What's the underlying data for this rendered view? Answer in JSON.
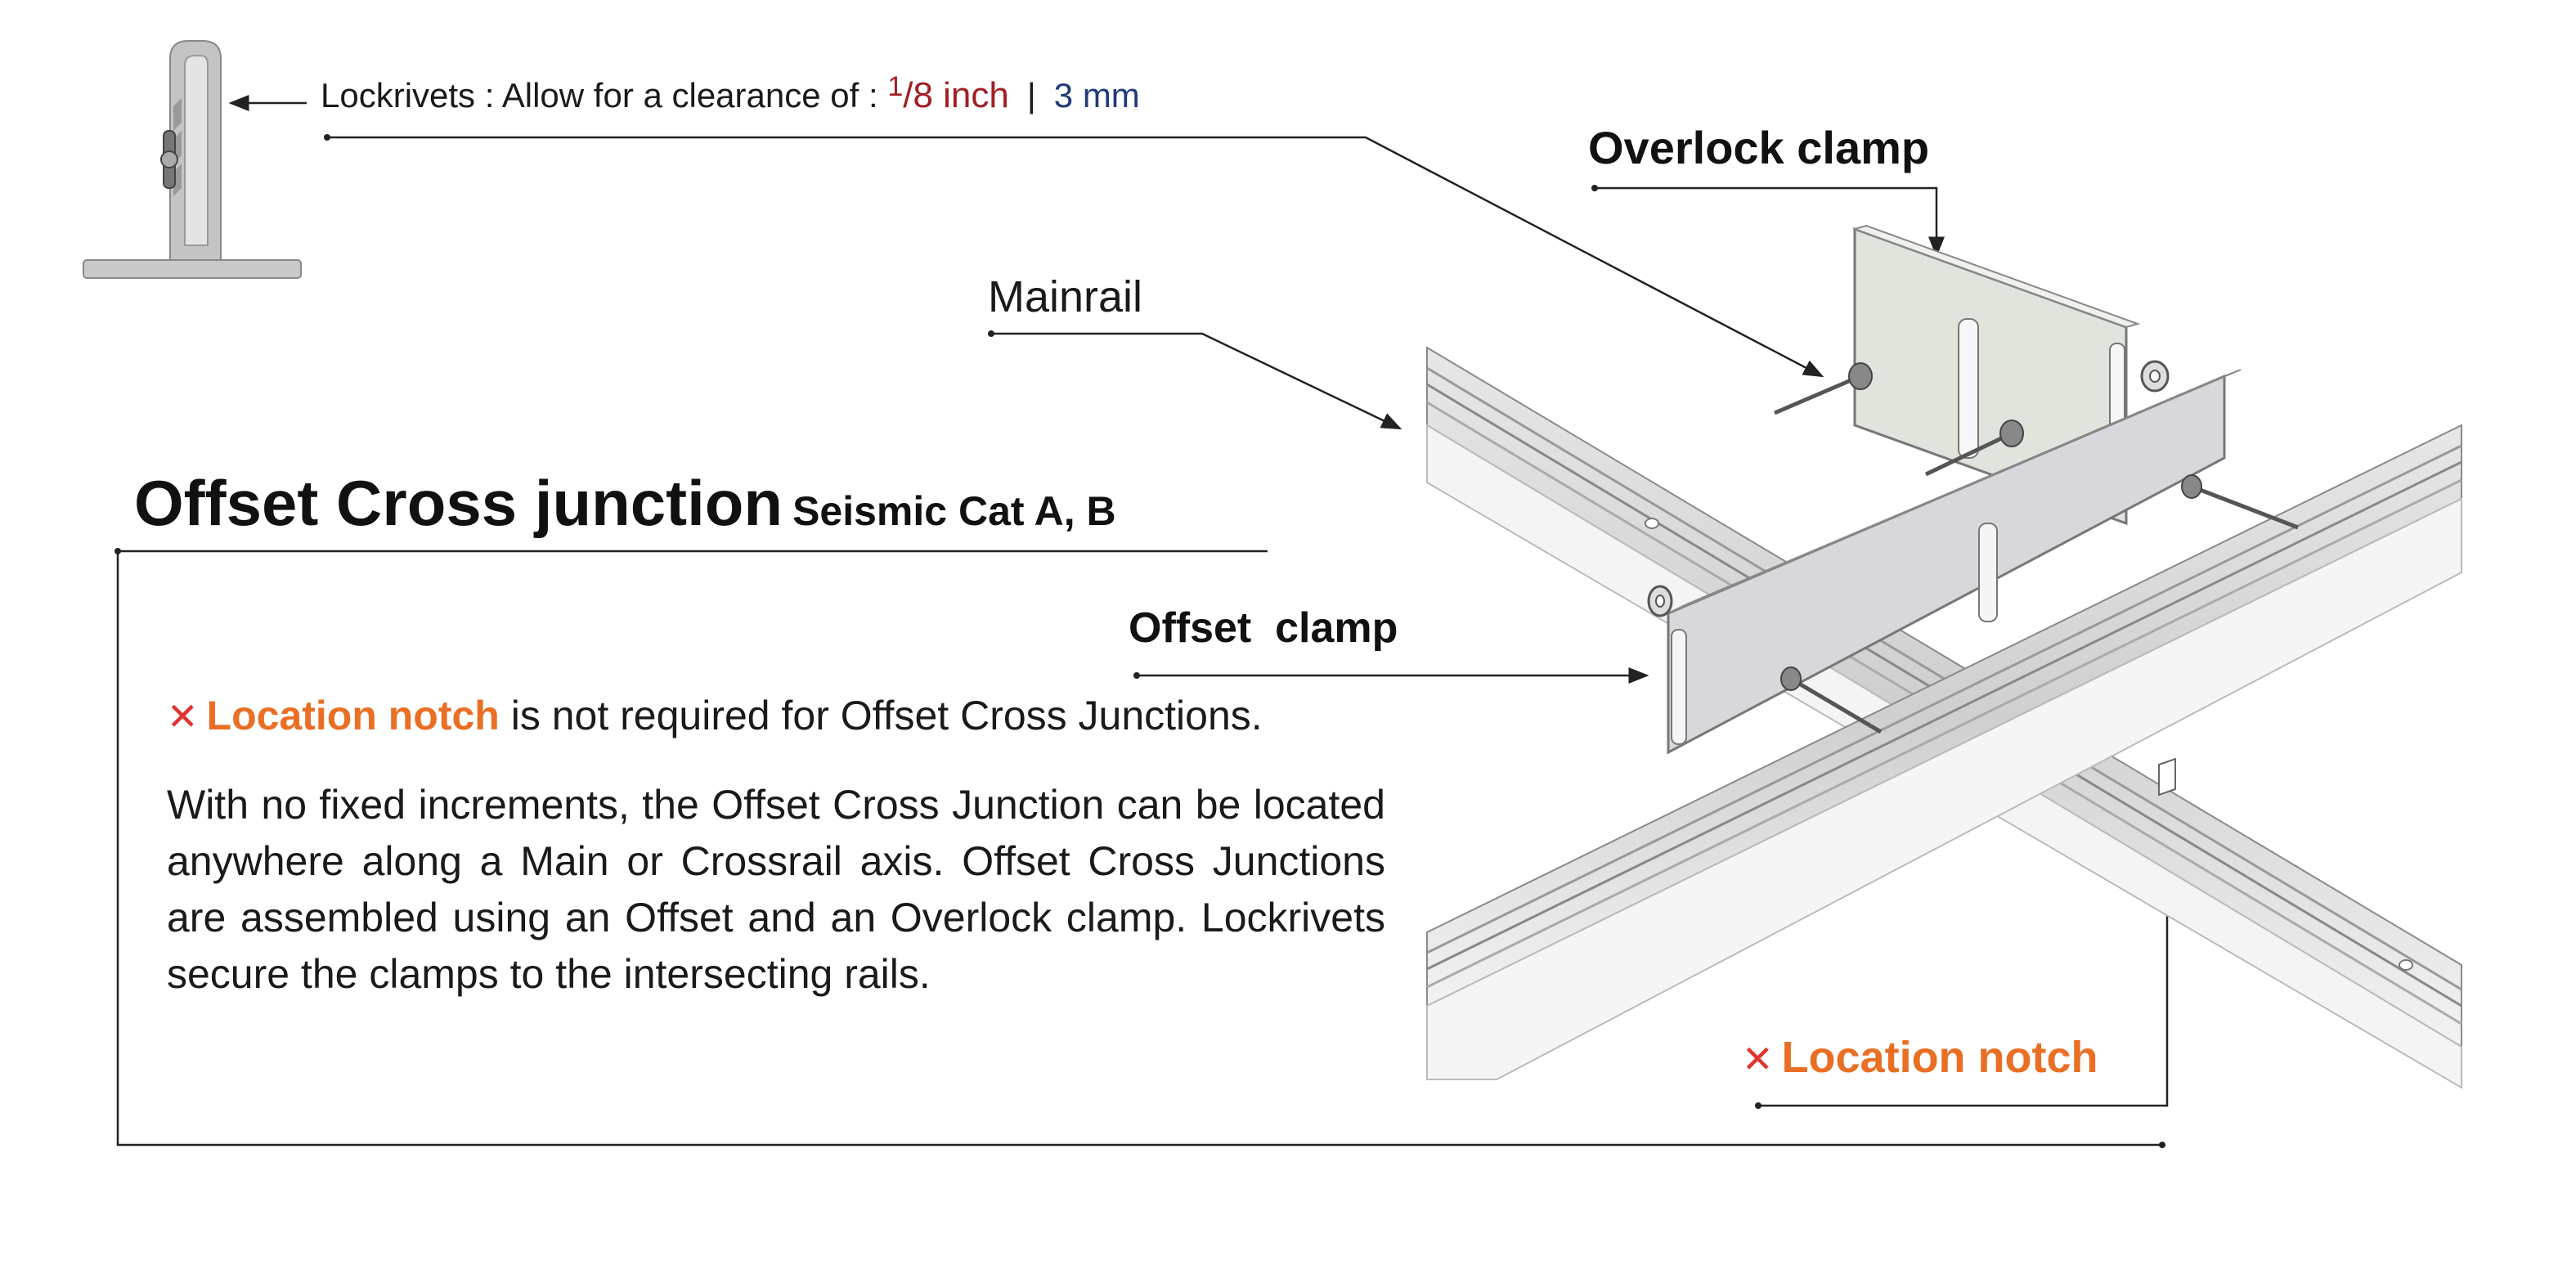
{
  "lockrivet_note": {
    "prefix": "Lockrivets : Allow for a clearance of : ",
    "fraction_numerator": "1",
    "fraction_rest": "/8 inch",
    "separator": "|",
    "metric": "3 mm"
  },
  "labels": {
    "overlock_clamp": "Overlock clamp",
    "mainrail": "Mainrail",
    "offset_clamp": "Offset  clamp",
    "location_notch": "Location notch"
  },
  "title": {
    "main": "Offset Cross junction",
    "subtitle": "Seismic Cat A, B"
  },
  "notch_note": {
    "highlight": "Location notch",
    "rest": " is not required for Offset Cross Junctions."
  },
  "description": "With no fixed increments, the Offset Cross Junction can be located anywhere along a Main or Crossrail axis. Offset Cross Junctions are assembled using an Offset and an Overlock clamp. Lockrivets secure the clamps to the intersecting rails.",
  "colors": {
    "accent_orange": "#e96f24",
    "cross_red": "#e0342e",
    "inch_red": "#a31d22",
    "mm_blue": "#1f3a78"
  }
}
